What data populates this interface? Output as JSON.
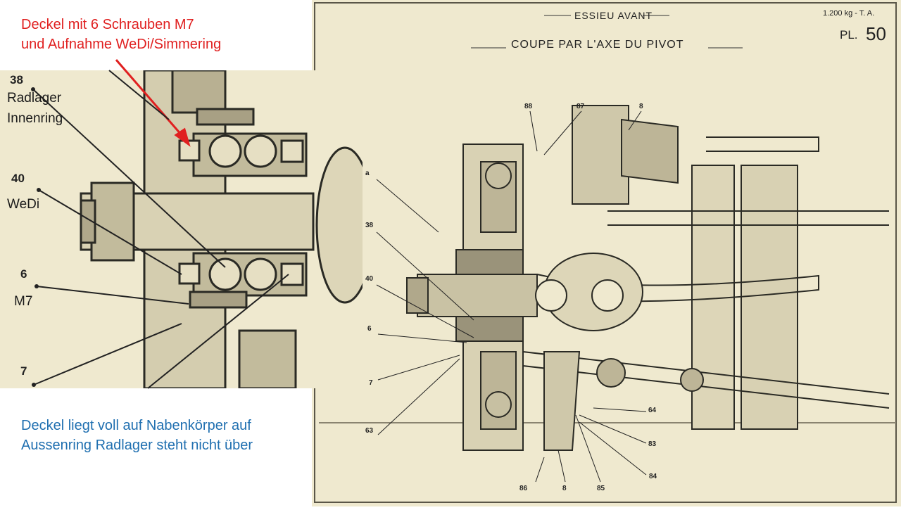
{
  "slide": {
    "red_caption_line1": "Deckel mit 6 Schrauben M7",
    "red_caption_line2": "und Aufnahme WeDi/Simmering",
    "blue_caption_line1": "Deckel liegt voll auf Nabenkörper auf",
    "blue_caption_line2": "Aussenring Radlager steht nicht über"
  },
  "detail": {
    "callouts": [
      {
        "num": "38",
        "label_line1": "Radlager",
        "label_line2": "Innenring"
      },
      {
        "num": "40",
        "label_line1": "WeDi",
        "label_line2": ""
      },
      {
        "num": "6",
        "label_line1": "M7",
        "label_line2": ""
      },
      {
        "num": "7",
        "label_line1": "",
        "label_line2": ""
      }
    ]
  },
  "plate": {
    "title": "ESSIEU AVANT",
    "heading": "COUPE PAR L'AXE DU PIVOT",
    "weight": "1.200 kg - T. A.",
    "plate_prefix": "PL.",
    "plate_number": "50",
    "callouts": [
      "88",
      "87",
      "8",
      "a",
      "38",
      "40",
      "6",
      "7",
      "63",
      "64",
      "83",
      "84",
      "85",
      "8",
      "86"
    ]
  },
  "colors": {
    "paper": "#efe9cf",
    "ink": "#2a2a24",
    "red": "#e02020",
    "blue": "#1f6fb0"
  }
}
